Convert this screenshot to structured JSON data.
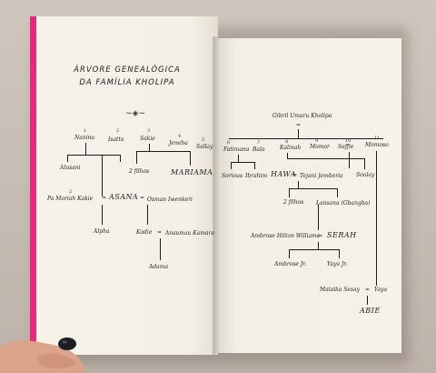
{
  "left_page": {
    "title_line1": "ÁRVORE GENEALÓGICA",
    "title_line2": "DA FAMÍLIA KHOLIPA",
    "ornament": "~◈~",
    "gen1": [
      {
        "num": "1",
        "name": "Nanina"
      },
      {
        "num": "2",
        "name": "Isatta"
      },
      {
        "num": "3",
        "name": "Sakie"
      },
      {
        "num": "4",
        "name": "Jeneba"
      },
      {
        "num": "5",
        "name": "Sallay"
      }
    ],
    "alusani": "Alusani",
    "dos_filhos": "2 filhos",
    "mariama": "MARIAMA",
    "pa_moriah": "Pa Moriah Kakie",
    "num_pa": "2",
    "eq1": "=",
    "asana": "ASANA",
    "eq2": "=",
    "osman": "Osman Iwenkeri",
    "alpha": "Alpha",
    "kadie": "Kadie",
    "eq3": "=",
    "ansumau": "Ansumau Kamara",
    "adama": "Adama"
  },
  "right_page": {
    "top": "Gibril Umaru Kholipa",
    "eq_top": "=",
    "gen1": [
      {
        "num": "6",
        "name": "Fatimana"
      },
      {
        "num": "7",
        "name": "Bala"
      },
      {
        "num": "8",
        "name": "Kalinah"
      },
      {
        "num": "9",
        "name": "Momor"
      },
      {
        "num": "10",
        "name": "Saffie"
      },
      {
        "num": "11",
        "name": "Momoso"
      }
    ],
    "sorious": "Sorious",
    "ibrahim": "Ibrahim",
    "hawa": "HAWA",
    "eq_hawa": "=",
    "tejani": "Tejani Jemberia",
    "soulay": "Soulay",
    "dos_filhos": "2 filhos",
    "lansana": "Lansana (Gbangba)",
    "ambrose_hilton": "Ambrose Hilton Williams",
    "eq_seram": "=",
    "seram": "SERAH",
    "ambrose_jr": "Ambrose Jr.",
    "yaya_jr": "Yaya Jr.",
    "malaika": "Malaika Sesay",
    "eq_yaya": "=",
    "yaya": "Yaya",
    "abie": "ABIE"
  }
}
